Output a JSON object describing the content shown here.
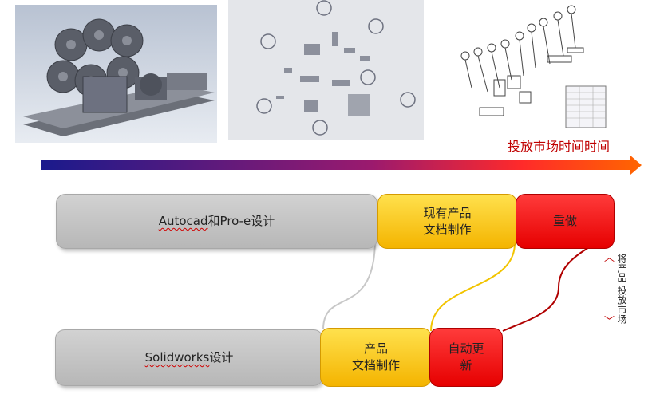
{
  "timeline": {
    "label": "投放市场时间时间"
  },
  "flow": {
    "top": {
      "design": {
        "word": "Autocad",
        "rest": "和Pro-e设计"
      },
      "docs": [
        "现有产品",
        "文档制作"
      ],
      "redo": "重做"
    },
    "bottom": {
      "design": {
        "word": "Solidworks",
        "rest": "设计"
      },
      "docs": [
        "产品",
        "文档制作"
      ],
      "auto": [
        "自动更",
        "新"
      ]
    },
    "release": {
      "line1": "将产品",
      "line2": "投放市场"
    }
  },
  "colors": {
    "grey": "#c4c4c4",
    "yellow": "#ffcc00",
    "red": "#ff1a1a",
    "arrow_start": "#1a1a8c",
    "arrow_end": "#ff6600",
    "timeline_text": "#c00000"
  },
  "images": {
    "left": "3d-machine-render",
    "middle": "exploded-3d-parts",
    "right": "exploded-drawing-with-bom"
  }
}
